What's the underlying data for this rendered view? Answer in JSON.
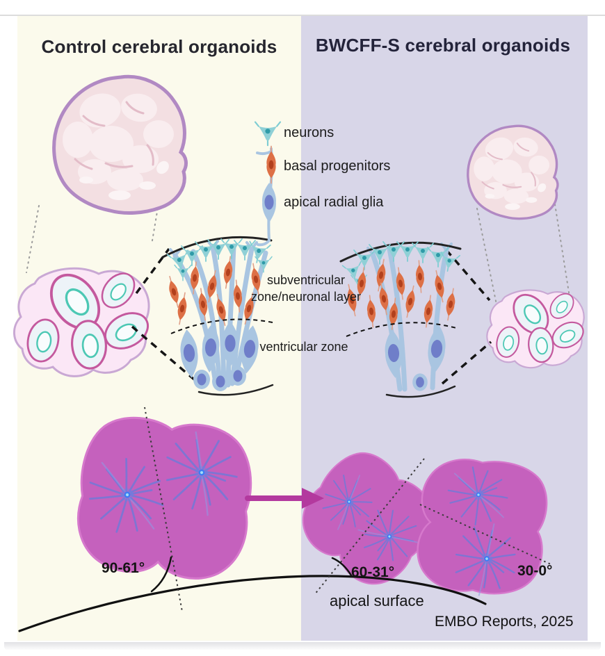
{
  "titles": {
    "left": "Control cerebral organoids",
    "right": "BWCFF-S cerebral organoids"
  },
  "legend": {
    "neurons": "neurons",
    "basal_progenitors": "basal progenitors",
    "apical_radial_glia": "apical radial glia"
  },
  "zone_labels": {
    "subventricular": "subventricular zone/neuronal layer",
    "ventricular": "ventricular zone"
  },
  "angle_labels": {
    "control": "90-61°",
    "bwcff_mid": "60-31°",
    "bwcff_low": "30-0°"
  },
  "apical_surface_label": "apical surface",
  "credit": "EMBO Reports, 2025",
  "colors": {
    "left_bg": "#fbfaec",
    "right_bg": "#d8d6e8",
    "organoid_fill": "#f3dfe2",
    "organoid_outline": "#b189c3",
    "rosette_blob_fill": "#fbe7f6",
    "rosette_ring": "#c4599e",
    "rosette_inner_ring": "#4cc8b4",
    "neuron_fill": "#8fd0d6",
    "basal_progenitor_fill": "#dd7046",
    "radial_glia_fill": "#a9c5e1",
    "nucleus_fill": "#6f7ec9",
    "mitotic_cell_fill": "#c561bd",
    "spindle_color": "#6b7ad8",
    "arrow_color": "#b3399e",
    "text_color": "#1f1f28"
  }
}
